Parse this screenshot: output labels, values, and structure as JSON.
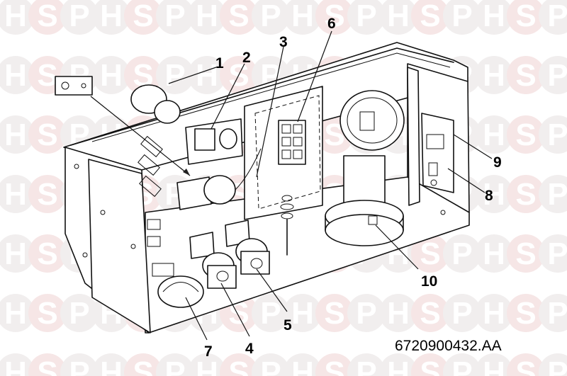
{
  "watermark": {
    "letters": [
      "H",
      "S",
      "P"
    ]
  },
  "callouts": [
    "1",
    "2",
    "3",
    "6",
    "9",
    "8",
    "10",
    "5",
    "4",
    "7"
  ],
  "diagram_code": "6720900432.AA",
  "colors": {
    "watermark_grey": "#f1eeee",
    "watermark_pink": "#f6e6e6",
    "line": "#111111"
  }
}
